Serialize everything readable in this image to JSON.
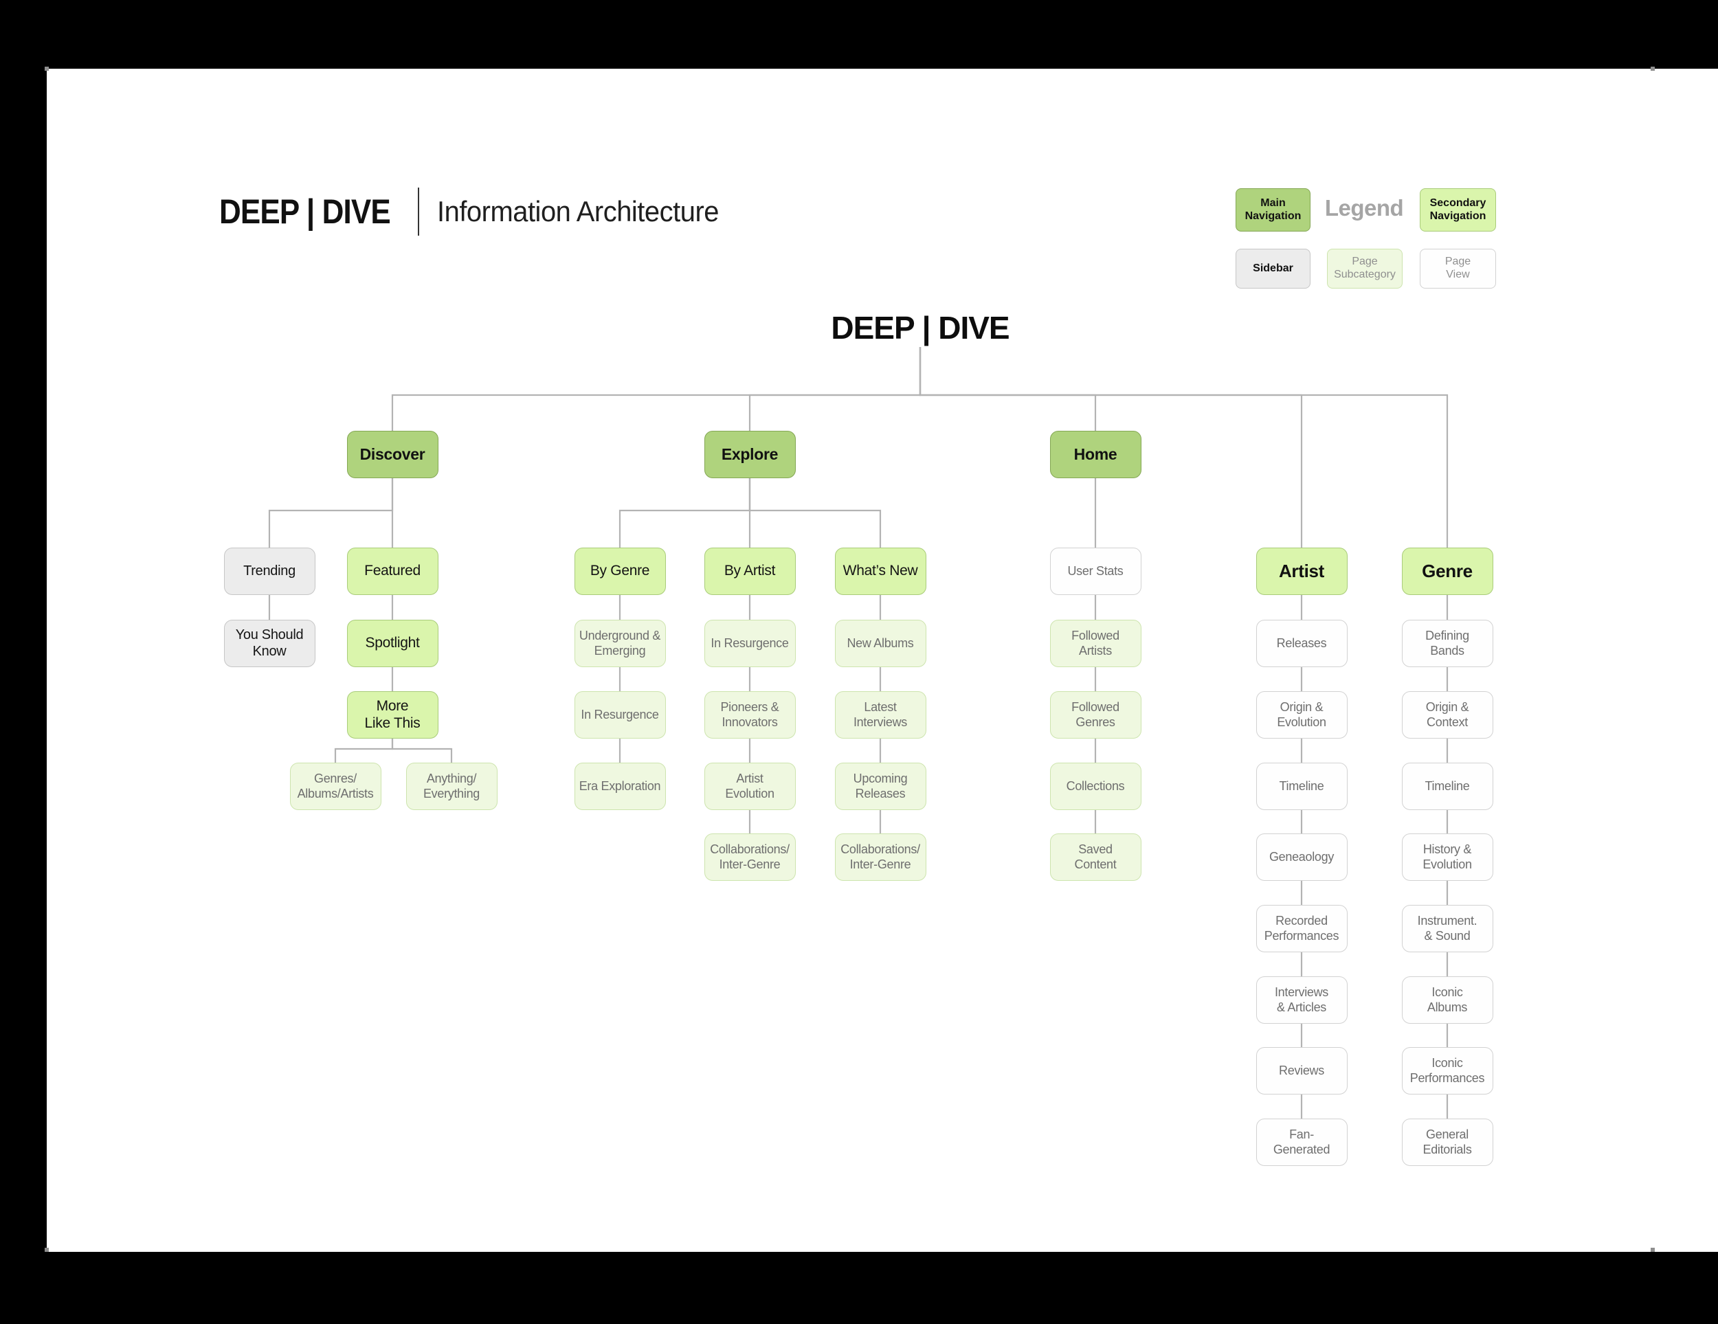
{
  "header": {
    "brand": "DEEP | DIVE",
    "subtitle": "Information Architecture"
  },
  "legend": {
    "title": "Legend",
    "items": [
      {
        "label": "Main\nNavigation",
        "type": "main"
      },
      {
        "label": "Secondary\nNavigation",
        "type": "secondary"
      },
      {
        "label": "Sidebar",
        "type": "sidebar"
      },
      {
        "label": "Page\nSubcategory",
        "type": "subcategory"
      },
      {
        "label": "Page\nView",
        "type": "pageview"
      }
    ]
  },
  "colors": {
    "main_navigation": "#afd37d",
    "main_navigation_border": "#84a754",
    "secondary_navigation": "#daf5ac",
    "secondary_navigation_border": "#a9cc7a",
    "sidebar": "#ececec",
    "sidebar_border": "#c6c6c6",
    "page_subcategory": "#eff8e0",
    "page_subcategory_border": "#cde4ae",
    "page_view": "#fefefe",
    "page_view_border": "#d2d2d2",
    "connector": "#b3b3b3",
    "muted_text": "#6e6e6e",
    "legend_title_text": "#a5a5a5"
  },
  "tree": {
    "root_label": "DEEP | DIVE",
    "nodes": [
      {
        "id": "discover",
        "label": "Discover",
        "type": "main",
        "col": "discover",
        "row": 0,
        "parent": "root"
      },
      {
        "id": "explore",
        "label": "Explore",
        "type": "main",
        "col": "explore",
        "row": 0,
        "parent": "root"
      },
      {
        "id": "home",
        "label": "Home",
        "type": "main",
        "col": "home",
        "row": 0,
        "parent": "root"
      },
      {
        "id": "artist",
        "label": "Artist",
        "type": "hub",
        "col": "artist",
        "row": 1,
        "parent": "root"
      },
      {
        "id": "genre",
        "label": "Genre",
        "type": "hub",
        "col": "genre",
        "row": 1,
        "parent": "root"
      },
      {
        "id": "trending",
        "label": "Trending",
        "type": "sidebar",
        "col": "trending",
        "row": 1,
        "parent": "discover"
      },
      {
        "id": "featured",
        "label": "Featured",
        "type": "secondary",
        "col": "discover",
        "row": 1,
        "parent": "discover"
      },
      {
        "id": "you-should-know",
        "label": "You Should\nKnow",
        "type": "sidebar",
        "col": "trending",
        "row": 2,
        "parent": "trending"
      },
      {
        "id": "spotlight",
        "label": "Spotlight",
        "type": "secondary",
        "col": "discover",
        "row": 2,
        "parent": "featured"
      },
      {
        "id": "more-like-this",
        "label": "More\nLike This",
        "type": "secondary",
        "col": "discover",
        "row": 3,
        "parent": "spotlight"
      },
      {
        "id": "genres-albums-artists",
        "label": "Genres/\nAlbums/Artists",
        "type": "subcategory",
        "col": "sub1",
        "row": 4,
        "parent": "more-like-this"
      },
      {
        "id": "anything-everything",
        "label": "Anything/\nEverything",
        "type": "subcategory",
        "col": "sub2",
        "row": 4,
        "parent": "more-like-this"
      },
      {
        "id": "by-genre",
        "label": "By Genre",
        "type": "secondary",
        "col": "byGenre",
        "row": 1,
        "parent": "explore"
      },
      {
        "id": "by-artist",
        "label": "By Artist",
        "type": "secondary",
        "col": "explore",
        "row": 1,
        "parent": "explore"
      },
      {
        "id": "whats-new",
        "label": "What’s New",
        "type": "secondary",
        "col": "whatsNew",
        "row": 1,
        "parent": "explore"
      },
      {
        "id": "underground-emerging",
        "label": "Underground &\nEmerging",
        "type": "subcategory",
        "col": "byGenre",
        "row": 2,
        "parent": "by-genre"
      },
      {
        "id": "in-resurgence-genre",
        "label": "In Resurgence",
        "type": "subcategory",
        "col": "byGenre",
        "row": 3,
        "parent": "underground-emerging"
      },
      {
        "id": "era-exploration",
        "label": "Era Exploration",
        "type": "subcategory",
        "col": "byGenre",
        "row": 4,
        "parent": "in-resurgence-genre"
      },
      {
        "id": "in-resurgence-artist",
        "label": "In Resurgence",
        "type": "subcategory",
        "col": "explore",
        "row": 2,
        "parent": "by-artist"
      },
      {
        "id": "pioneers-innovators",
        "label": "Pioneers &\nInnovators",
        "type": "subcategory",
        "col": "explore",
        "row": 3,
        "parent": "in-resurgence-artist"
      },
      {
        "id": "artist-evolution",
        "label": "Artist\nEvolution",
        "type": "subcategory",
        "col": "explore",
        "row": 4,
        "parent": "pioneers-innovators"
      },
      {
        "id": "collaborations-inter-genre-artist",
        "label": "Collaborations/\nInter-Genre",
        "type": "subcategory",
        "col": "explore",
        "row": 5,
        "parent": "artist-evolution"
      },
      {
        "id": "new-albums",
        "label": "New Albums",
        "type": "subcategory",
        "col": "whatsNew",
        "row": 2,
        "parent": "whats-new"
      },
      {
        "id": "latest-interviews",
        "label": "Latest\nInterviews",
        "type": "subcategory",
        "col": "whatsNew",
        "row": 3,
        "parent": "new-albums"
      },
      {
        "id": "upcoming-releases",
        "label": "Upcoming\nReleases",
        "type": "subcategory",
        "col": "whatsNew",
        "row": 4,
        "parent": "latest-interviews"
      },
      {
        "id": "collaborations-inter-genre-new",
        "label": "Collaborations/\nInter-Genre",
        "type": "subcategory",
        "col": "whatsNew",
        "row": 5,
        "parent": "upcoming-releases"
      },
      {
        "id": "user-stats",
        "label": "User Stats",
        "type": "pageview",
        "col": "home",
        "row": 1,
        "parent": "home"
      },
      {
        "id": "followed-artists",
        "label": "Followed\nArtists",
        "type": "subcategory",
        "col": "home",
        "row": 2,
        "parent": "user-stats"
      },
      {
        "id": "followed-genres",
        "label": "Followed\nGenres",
        "type": "subcategory",
        "col": "home",
        "row": 3,
        "parent": "followed-artists"
      },
      {
        "id": "collections",
        "label": "Collections",
        "type": "subcategory",
        "col": "home",
        "row": 4,
        "parent": "followed-genres"
      },
      {
        "id": "saved-content",
        "label": "Saved\nContent",
        "type": "subcategory",
        "col": "home",
        "row": 5,
        "parent": "collections"
      },
      {
        "id": "releases",
        "label": "Releases",
        "type": "pageview",
        "col": "artist",
        "row": 2,
        "parent": "artist"
      },
      {
        "id": "origin-evolution",
        "label": "Origin &\nEvolution",
        "type": "pageview",
        "col": "artist",
        "row": 3,
        "parent": "releases"
      },
      {
        "id": "timeline-artist",
        "label": "Timeline",
        "type": "pageview",
        "col": "artist",
        "row": 4,
        "parent": "origin-evolution"
      },
      {
        "id": "geneaology",
        "label": "Geneaology",
        "type": "pageview",
        "col": "artist",
        "row": 5,
        "parent": "timeline-artist"
      },
      {
        "id": "recorded-performances",
        "label": "Recorded\nPerformances",
        "type": "pageview",
        "col": "artist",
        "row": 6,
        "parent": "geneaology"
      },
      {
        "id": "interviews-articles",
        "label": "Interviews\n& Articles",
        "type": "pageview",
        "col": "artist",
        "row": 7,
        "parent": "recorded-performances"
      },
      {
        "id": "reviews",
        "label": "Reviews",
        "type": "pageview",
        "col": "artist",
        "row": 8,
        "parent": "interviews-articles"
      },
      {
        "id": "fan-generated",
        "label": "Fan-\nGenerated",
        "type": "pageview",
        "col": "artist",
        "row": 9,
        "parent": "reviews"
      },
      {
        "id": "defining-bands",
        "label": "Defining\nBands",
        "type": "pageview",
        "col": "genre",
        "row": 2,
        "parent": "genre"
      },
      {
        "id": "origin-context",
        "label": "Origin &\nContext",
        "type": "pageview",
        "col": "genre",
        "row": 3,
        "parent": "defining-bands"
      },
      {
        "id": "timeline-genre",
        "label": "Timeline",
        "type": "pageview",
        "col": "genre",
        "row": 4,
        "parent": "origin-context"
      },
      {
        "id": "history-evolution",
        "label": "History &\nEvolution",
        "type": "pageview",
        "col": "genre",
        "row": 5,
        "parent": "timeline-genre"
      },
      {
        "id": "instrument-sound",
        "label": "Instrument.\n& Sound",
        "type": "pageview",
        "col": "genre",
        "row": 6,
        "parent": "history-evolution"
      },
      {
        "id": "iconic-albums",
        "label": "Iconic\nAlbums",
        "type": "pageview",
        "col": "genre",
        "row": 7,
        "parent": "instrument-sound"
      },
      {
        "id": "iconic-performances",
        "label": "Iconic\nPerformances",
        "type": "pageview",
        "col": "genre",
        "row": 8,
        "parent": "iconic-albums"
      },
      {
        "id": "general-editorials",
        "label": "General\nEditorials",
        "type": "pageview",
        "col": "genre",
        "row": 9,
        "parent": "iconic-performances"
      }
    ]
  }
}
